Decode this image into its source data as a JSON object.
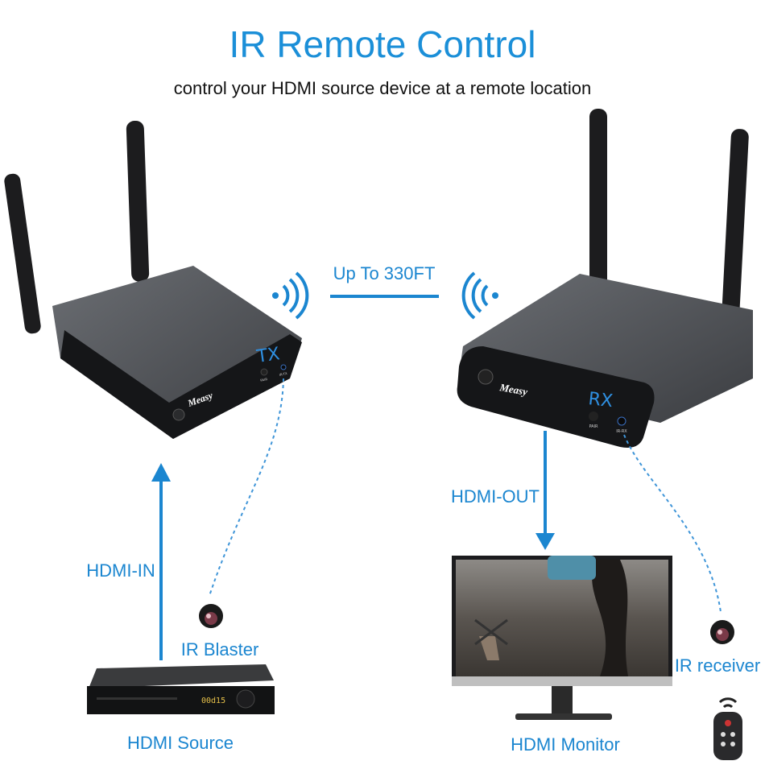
{
  "header": {
    "title": "IR Remote Control",
    "subtitle": "control your HDMI source device at a remote location"
  },
  "labels": {
    "range": "Up To 330FT",
    "hdmi_in": "HDMI-IN",
    "ir_blaster": "IR Blaster",
    "hdmi_source": "HDMI Source",
    "hdmi_out": "HDMI-OUT",
    "hdmi_monitor": "HDMI Monitor",
    "ir_receiver": "IR receiver"
  },
  "devices": {
    "tx": {
      "brand": "Measy",
      "label": "TX",
      "pair": "PAIR",
      "port": "IR-TX"
    },
    "rx": {
      "brand": "Measy",
      "label": "RX",
      "pair": "PAIR",
      "port": "IR-RX"
    },
    "player_display": "00d15"
  },
  "colors": {
    "accent": "#1b86d0",
    "device": "#4a4d52",
    "front": "#111214"
  }
}
